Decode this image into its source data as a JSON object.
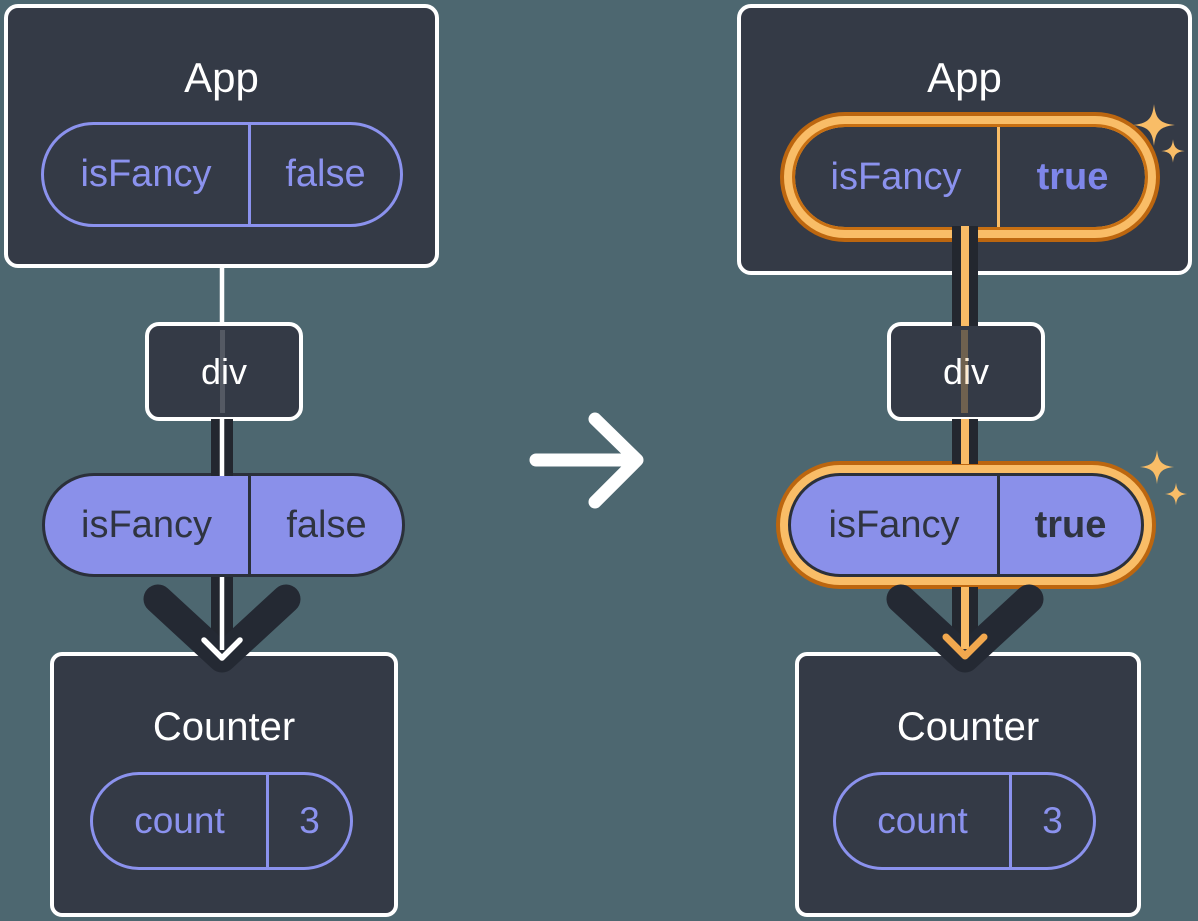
{
  "theme": {
    "bg": "#4d6770",
    "box_fill": "#343a46",
    "white": "#ffffff",
    "purple": "#8b92ee",
    "purple_bold": "#7e86ea",
    "purple_fill": "#8a90ea",
    "dark_text": "#2f3440",
    "dark_line": "#23272f",
    "chevron_dark": "#242933",
    "pill_dark_border": "#2b303a",
    "orange_light": "#f9bd67",
    "orange_dark": "#bc660f",
    "orange_inner": "#c76f12",
    "orange_line": "#f9bc66",
    "orange_chevron": "#f2a84e"
  },
  "panels": {
    "before": {
      "app": {
        "title": "App",
        "prop_key": "isFancy",
        "prop_value": "false"
      },
      "div_label": "div",
      "passed_prop": {
        "key": "isFancy",
        "value": "false"
      },
      "counter": {
        "title": "Counter",
        "state_key": "count",
        "state_value": "3"
      }
    },
    "after": {
      "app": {
        "title": "App",
        "prop_key": "isFancy",
        "prop_value": "true"
      },
      "div_label": "div",
      "passed_prop": {
        "key": "isFancy",
        "value": "true"
      },
      "counter": {
        "title": "Counter",
        "state_key": "count",
        "state_value": "3"
      }
    }
  },
  "icons": {
    "transition": "arrow-right-icon",
    "prop_flow": "arrow-down-icon",
    "highlight": "sparkle-icon"
  }
}
